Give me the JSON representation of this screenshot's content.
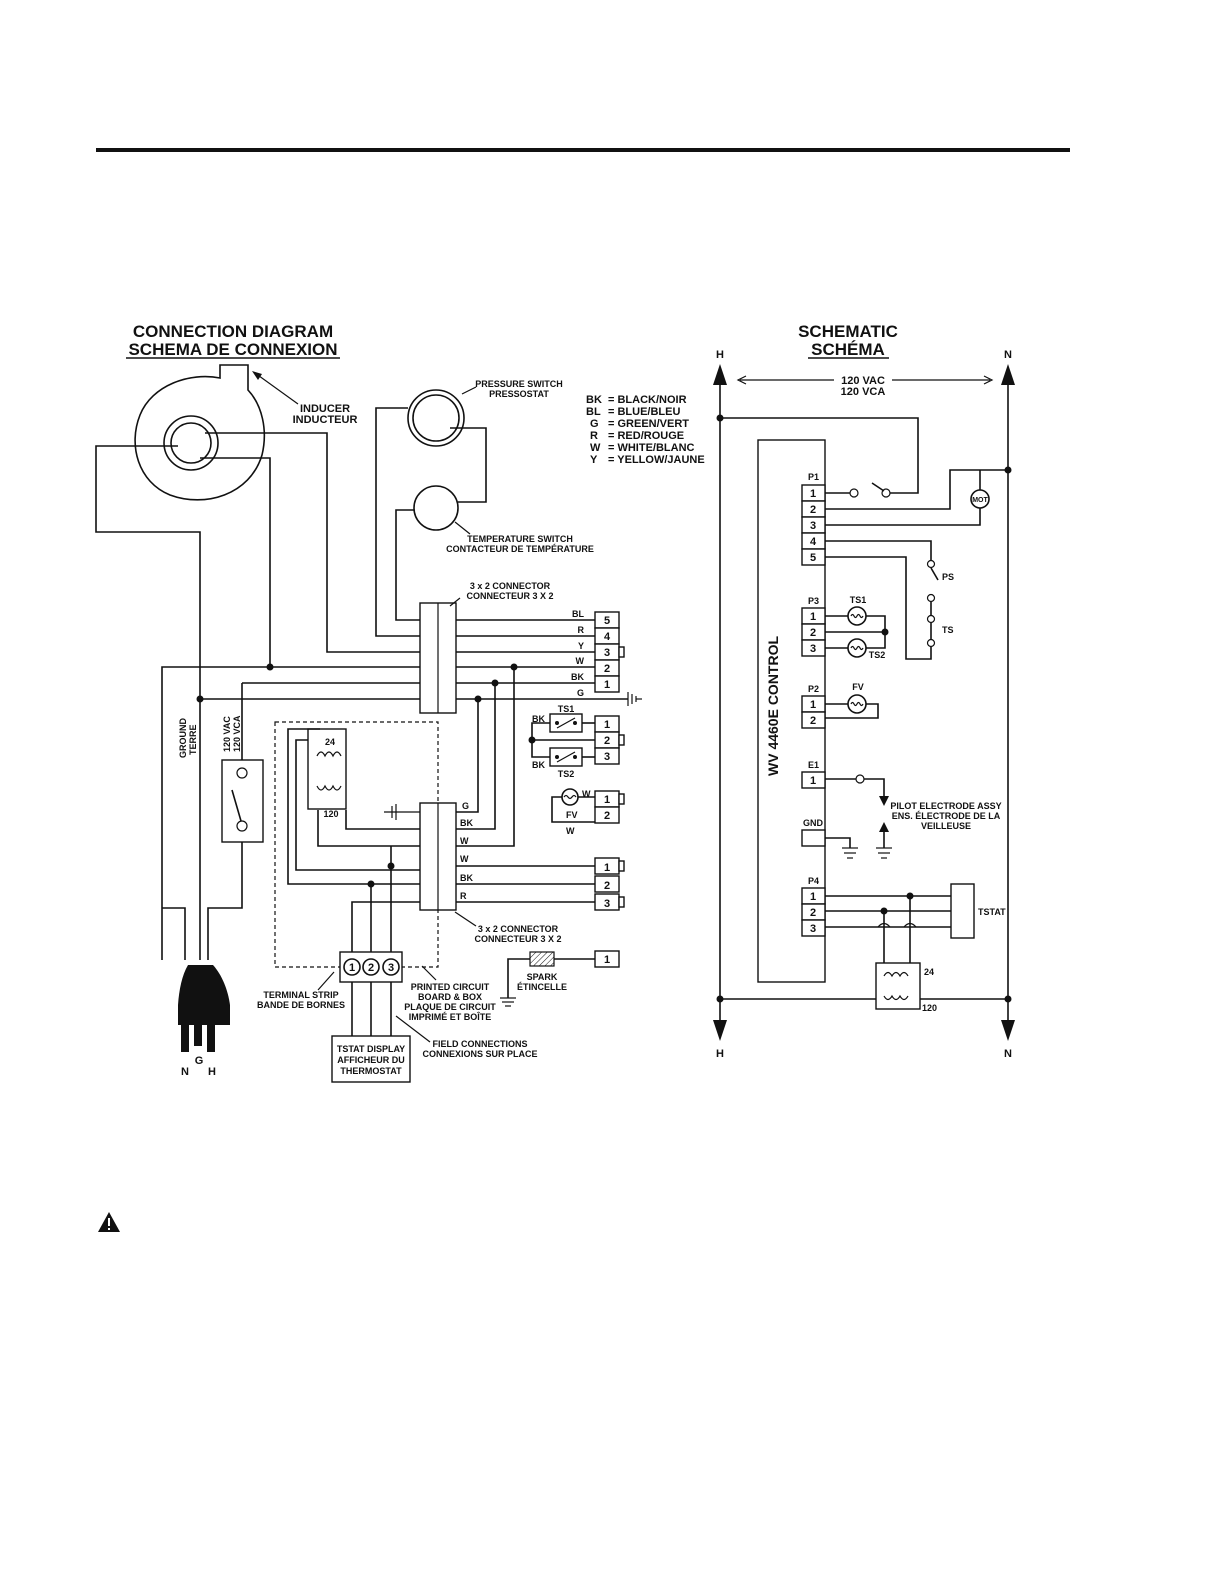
{
  "connection": {
    "title_en": "CONNECTION DIAGRAM",
    "title_fr": "SCHEMA DE CONNEXION",
    "inducer_en": "INDUCER",
    "inducer_fr": "INDUCTEUR",
    "pressure_switch_en": "PRESSURE SWITCH",
    "pressure_switch_fr": "PRESSOSTAT",
    "temp_switch_en": "TEMPERATURE SWITCH",
    "temp_switch_fr": "CONTACTEUR DE TEMPÉRATURE",
    "connector_top_en": "3 x 2 CONNECTOR",
    "connector_top_fr": "CONNECTEUR 3 X 2",
    "connector_bottom_en": "3 x 2 CONNECTOR",
    "connector_bottom_fr": "CONNECTEUR 3 X 2",
    "ground_en": "GROUND",
    "ground_fr": "TERRE",
    "vac_en": "120 VAC",
    "vac_fr": "120 VCA",
    "transformer_24": "24",
    "transformer_120": "120",
    "terminal_strip_en": "TERMINAL STRIP",
    "terminal_strip_fr": "BANDE DE BORNES",
    "terminals": [
      "1",
      "2",
      "3"
    ],
    "pcb_en_1": "PRINTED CIRCUIT",
    "pcb_en_2": "BOARD & BOX",
    "pcb_fr_1": "PLAQUE DE CIRCUIT",
    "pcb_fr_2": "IMPRIMÉ ET BOÎTE",
    "field_en": "FIELD CONNECTIONS",
    "field_fr": "CONNEXIONS SUR PLACE",
    "tstat_display_1": "TSTAT DISPLAY",
    "tstat_display_2": "AFFICHEUR DU",
    "tstat_display_3": "THERMOSTAT",
    "spark_en": "SPARK",
    "spark_fr": "ÉTINCELLE",
    "plug_n": "N",
    "plug_g": "G",
    "plug_h": "H",
    "top_wires": [
      "BL",
      "R",
      "Y",
      "W",
      "BK",
      "G"
    ],
    "top_pins": [
      "5",
      "4",
      "3",
      "2",
      "1"
    ],
    "pcb_wires": [
      "G",
      "BK",
      "W",
      "W",
      "BK",
      "R"
    ],
    "ts1": "TS1",
    "ts2": "TS2",
    "bk": "BK",
    "fv": "FV",
    "w": "W",
    "pins_123": [
      "1",
      "2",
      "3"
    ],
    "pins_12": [
      "1",
      "2"
    ],
    "pin_1": "1"
  },
  "legend": [
    {
      "code": "BK",
      "text": "= BLACK/NOIR"
    },
    {
      "code": "BL",
      "text": "= BLUE/BLEU"
    },
    {
      "code": "G",
      "text": "= GREEN/VERT"
    },
    {
      "code": "R",
      "text": "= RED/ROUGE"
    },
    {
      "code": "W",
      "text": "= WHITE/BLANC"
    },
    {
      "code": "Y",
      "text": "= YELLOW/JAUNE"
    }
  ],
  "schematic": {
    "title_en": "SCHEMATIC",
    "title_fr": "SCHÉMA",
    "h": "H",
    "n": "N",
    "vac_en": "120 VAC",
    "vac_fr": "120 VCA",
    "control": "WV 4460E CONTROL",
    "p1": "P1",
    "p1_pins": [
      "1",
      "2",
      "3",
      "4",
      "5"
    ],
    "p3": "P3",
    "p3_pins": [
      "1",
      "2",
      "3"
    ],
    "p2": "P2",
    "p2_pins": [
      "1",
      "2"
    ],
    "e1": "E1",
    "e1_pin": "1",
    "gnd": "GND",
    "p4": "P4",
    "p4_pins": [
      "1",
      "2",
      "3"
    ],
    "mot": "MOT",
    "ps": "PS",
    "ts": "TS",
    "ts1": "TS1",
    "ts2": "TS2",
    "fv": "FV",
    "pilot_en": "PILOT ELECTRODE ASSY",
    "pilot_fr_1": "ENS. ÉLECTRODE DE LA",
    "pilot_fr_2": "VEILLEUSE",
    "tstat": "TSTAT",
    "transformer_24": "24",
    "transformer_120": "120"
  }
}
